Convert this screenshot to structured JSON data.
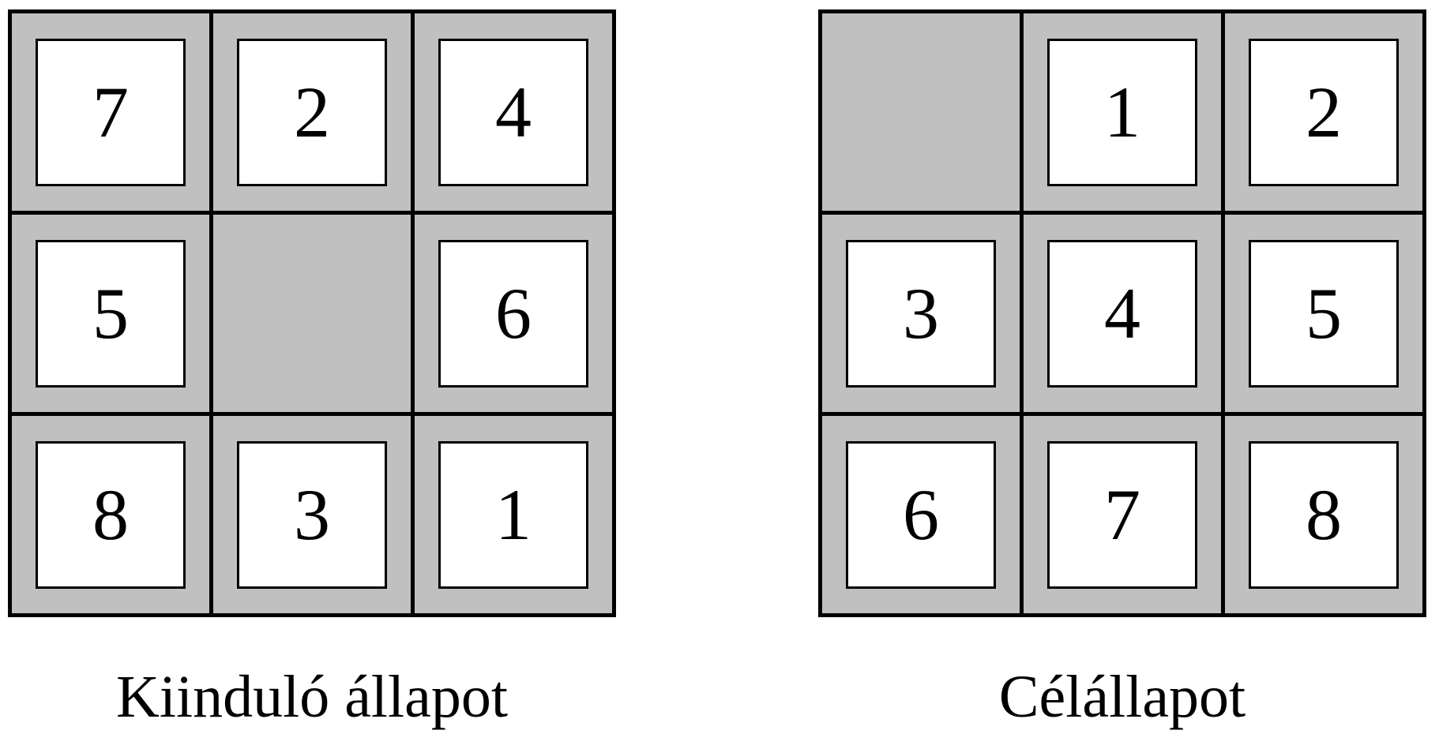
{
  "boards": [
    {
      "caption": "Kiinduló állapot",
      "cells": [
        "7",
        "2",
        "4",
        "5",
        "",
        "6",
        "8",
        "3",
        "1"
      ]
    },
    {
      "caption": "Célállapot",
      "cells": [
        "",
        "1",
        "2",
        "3",
        "4",
        "5",
        "6",
        "7",
        "8"
      ]
    }
  ],
  "colors": {
    "cell_background": "#c0c0c0",
    "tile_background": "#ffffff",
    "border": "#000000"
  }
}
